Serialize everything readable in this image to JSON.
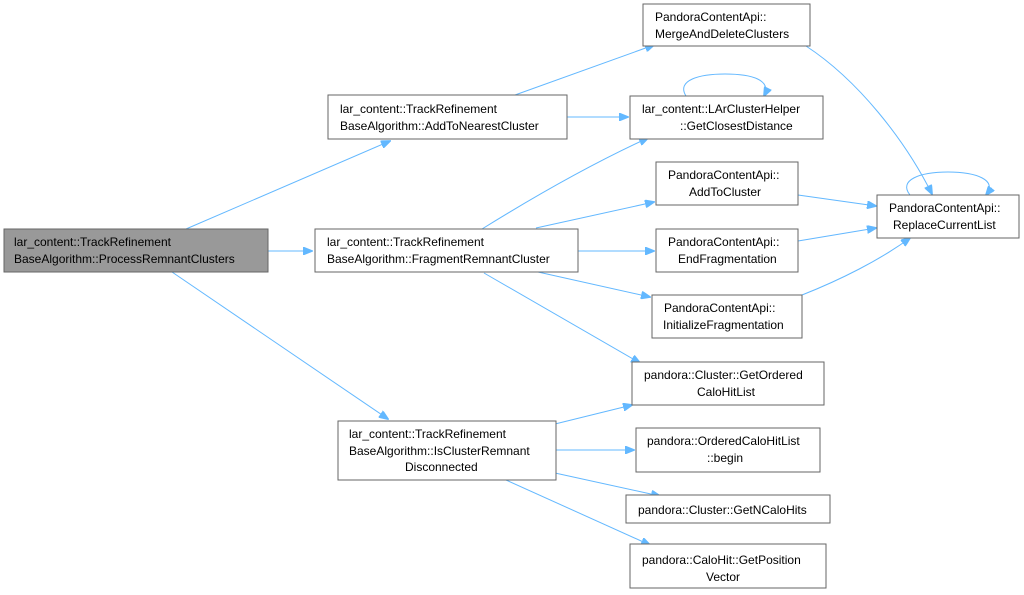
{
  "diagram": {
    "nodes": {
      "process_remnant": [
        "lar_content::TrackRefinement",
        "BaseAlgorithm::ProcessRemnantClusters"
      ],
      "add_to_nearest": [
        "lar_content::TrackRefinement",
        "BaseAlgorithm::AddToNearestCluster"
      ],
      "fragment_remnant": [
        "lar_content::TrackRefinement",
        "BaseAlgorithm::FragmentRemnantCluster"
      ],
      "is_remnant_disconnected": [
        "lar_content::TrackRefinement",
        "BaseAlgorithm::IsClusterRemnant",
        "Disconnected"
      ],
      "merge_delete": [
        "PandoraContentApi::",
        "MergeAndDeleteClusters"
      ],
      "closest_distance": [
        "lar_content::LArClusterHelper",
        "::GetClosestDistance"
      ],
      "add_to_cluster": [
        "PandoraContentApi::",
        "AddToCluster"
      ],
      "end_fragmentation": [
        "PandoraContentApi::",
        "EndFragmentation"
      ],
      "init_fragmentation": [
        "PandoraContentApi::",
        "InitializeFragmentation"
      ],
      "replace_list": [
        "PandoraContentApi::",
        "ReplaceCurrentList"
      ],
      "ordered_calohit": [
        "pandora::Cluster::GetOrdered",
        "CaloHitList"
      ],
      "ordered_begin": [
        "pandora::OrderedCaloHitList",
        "::begin"
      ],
      "n_calohits": [
        "pandora::Cluster::GetNCaloHits"
      ],
      "position_vector": [
        "pandora::CaloHit::GetPosition",
        "Vector"
      ]
    },
    "edges": [
      [
        "process_remnant",
        "add_to_nearest"
      ],
      [
        "process_remnant",
        "fragment_remnant"
      ],
      [
        "process_remnant",
        "is_remnant_disconnected"
      ],
      [
        "add_to_nearest",
        "merge_delete"
      ],
      [
        "add_to_nearest",
        "closest_distance"
      ],
      [
        "closest_distance",
        "closest_distance"
      ],
      [
        "merge_delete",
        "replace_list"
      ],
      [
        "fragment_remnant",
        "closest_distance"
      ],
      [
        "fragment_remnant",
        "add_to_cluster"
      ],
      [
        "fragment_remnant",
        "end_fragmentation"
      ],
      [
        "fragment_remnant",
        "init_fragmentation"
      ],
      [
        "fragment_remnant",
        "ordered_calohit"
      ],
      [
        "add_to_cluster",
        "replace_list"
      ],
      [
        "end_fragmentation",
        "replace_list"
      ],
      [
        "init_fragmentation",
        "replace_list"
      ],
      [
        "replace_list",
        "replace_list"
      ],
      [
        "is_remnant_disconnected",
        "ordered_calohit"
      ],
      [
        "is_remnant_disconnected",
        "ordered_begin"
      ],
      [
        "is_remnant_disconnected",
        "n_calohits"
      ],
      [
        "is_remnant_disconnected",
        "position_vector"
      ]
    ]
  }
}
